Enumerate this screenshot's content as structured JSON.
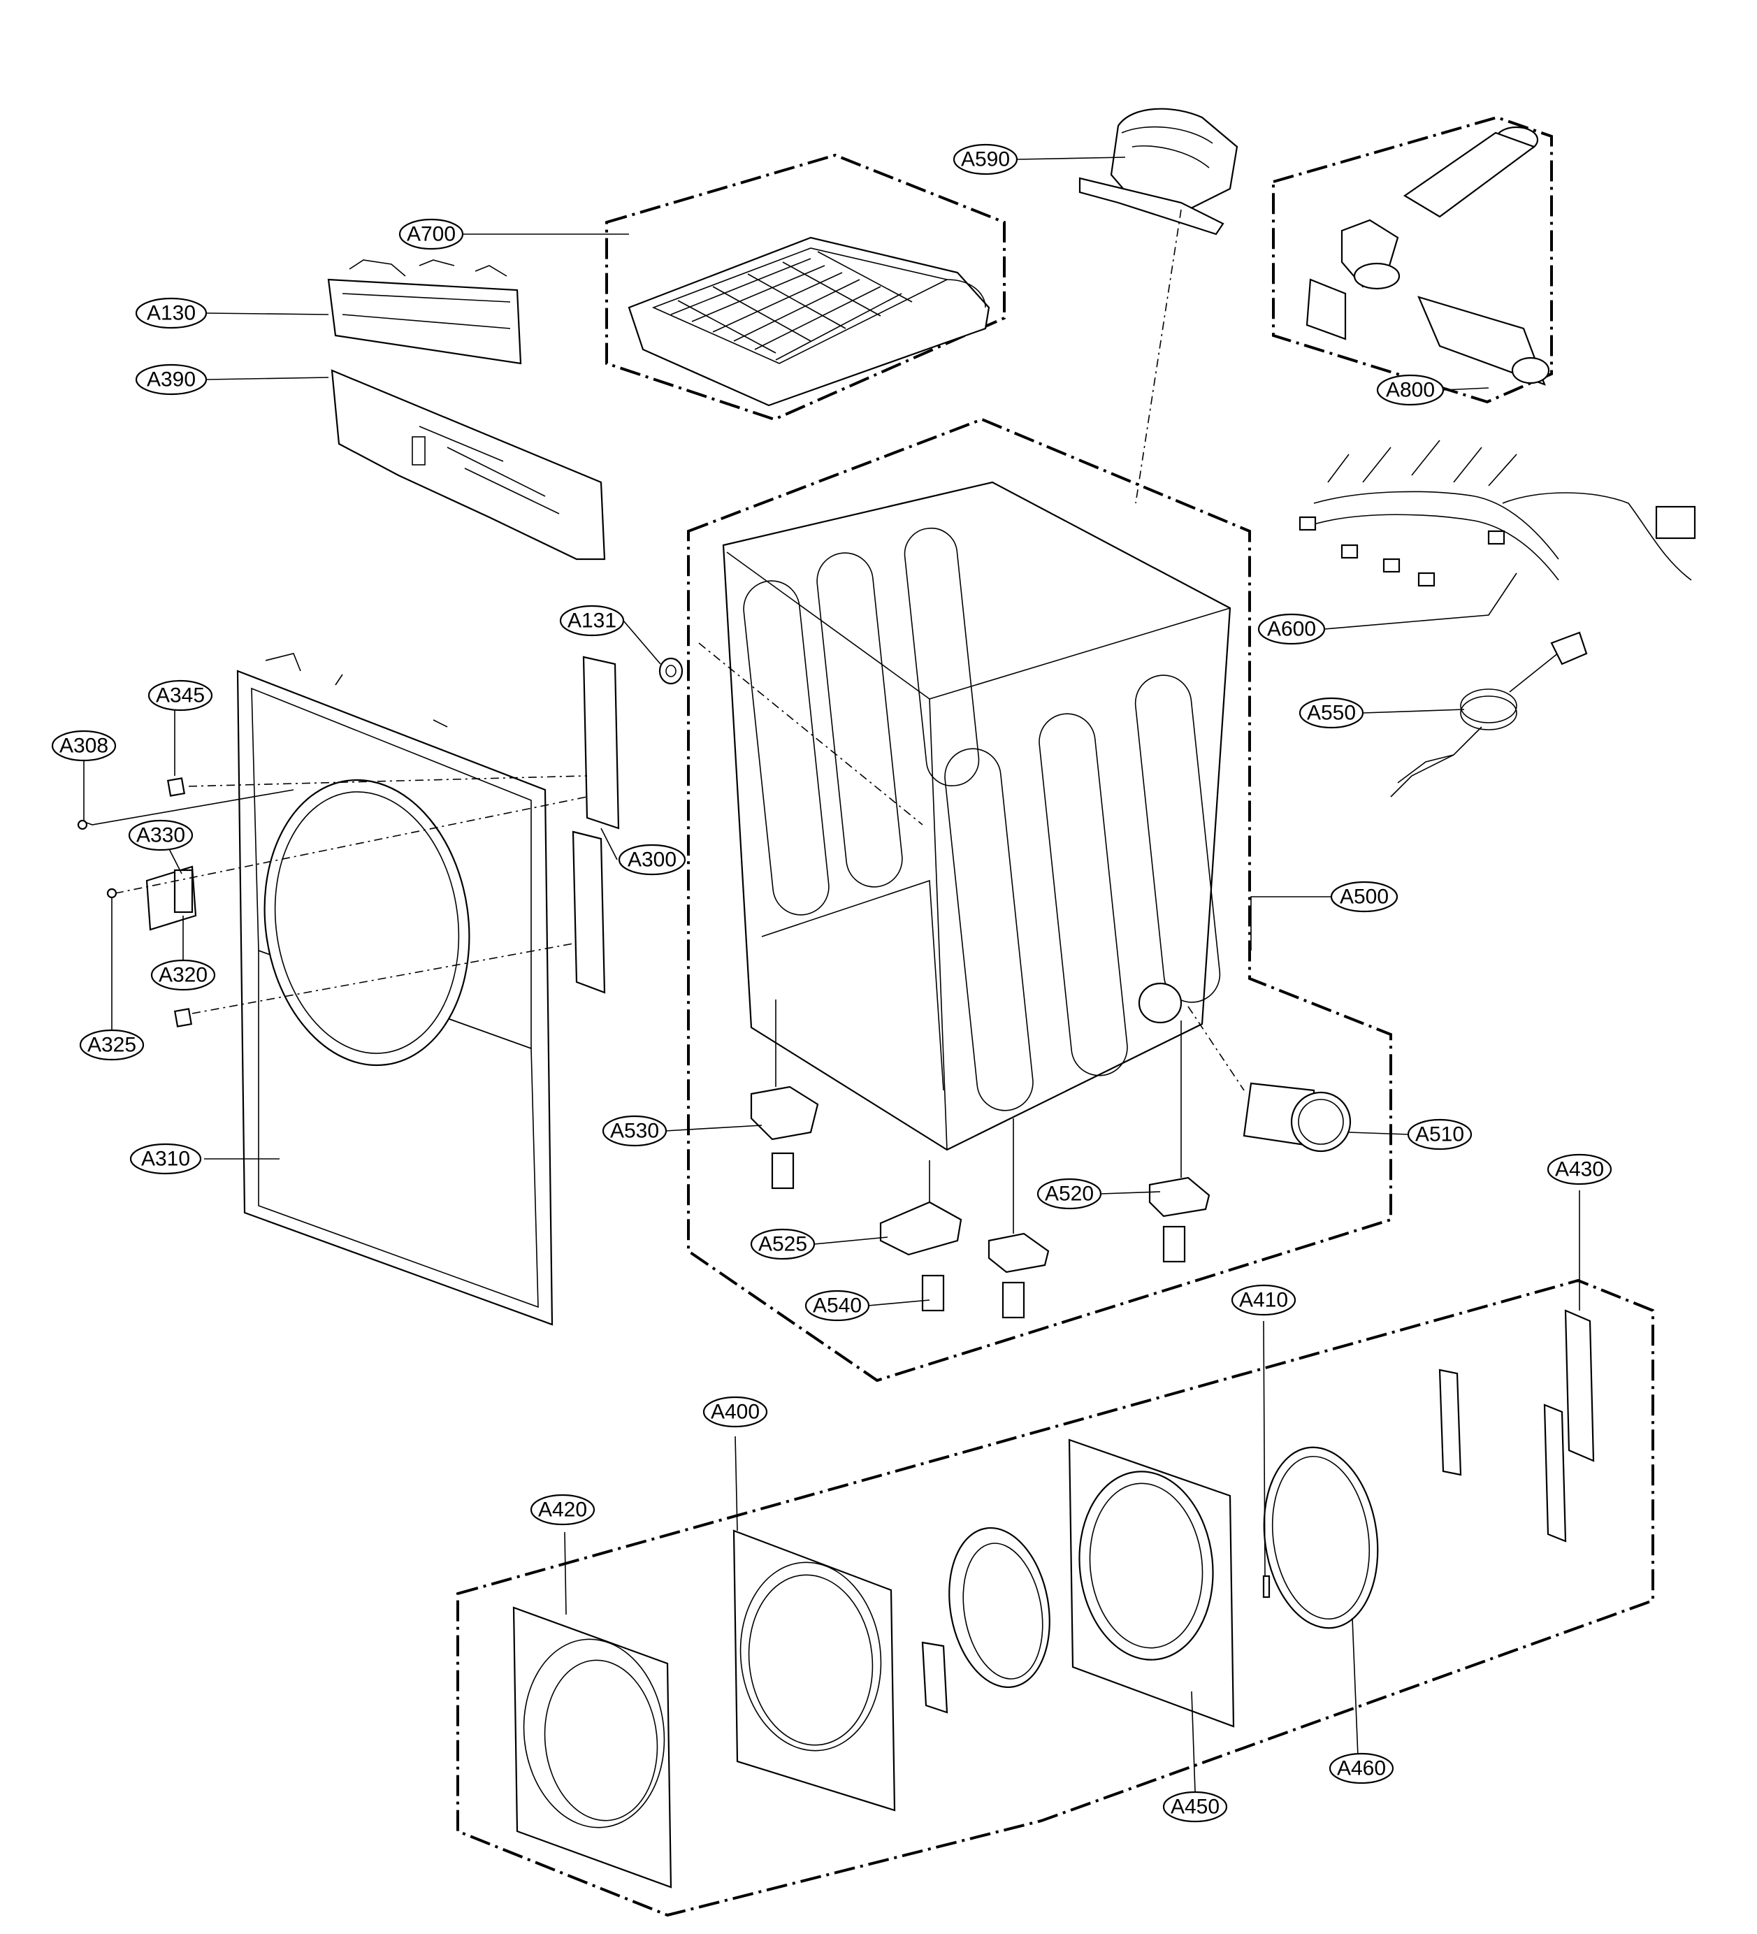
{
  "callouts": {
    "A590": "A590",
    "A700": "A700",
    "A130": "A130",
    "A390": "A390",
    "A800": "A800",
    "A600": "A600",
    "A131": "A131",
    "A345": "A345",
    "A308": "A308",
    "A330": "A330",
    "A300": "A300",
    "A550": "A550",
    "A320": "A320",
    "A500": "A500",
    "A325": "A325",
    "A530": "A530",
    "A510": "A510",
    "A310": "A310",
    "A520": "A520",
    "A430": "A430",
    "A525": "A525",
    "A540": "A540",
    "A410": "A410",
    "A400": "A400",
    "A420": "A420",
    "A460": "A460",
    "A450": "A450"
  }
}
